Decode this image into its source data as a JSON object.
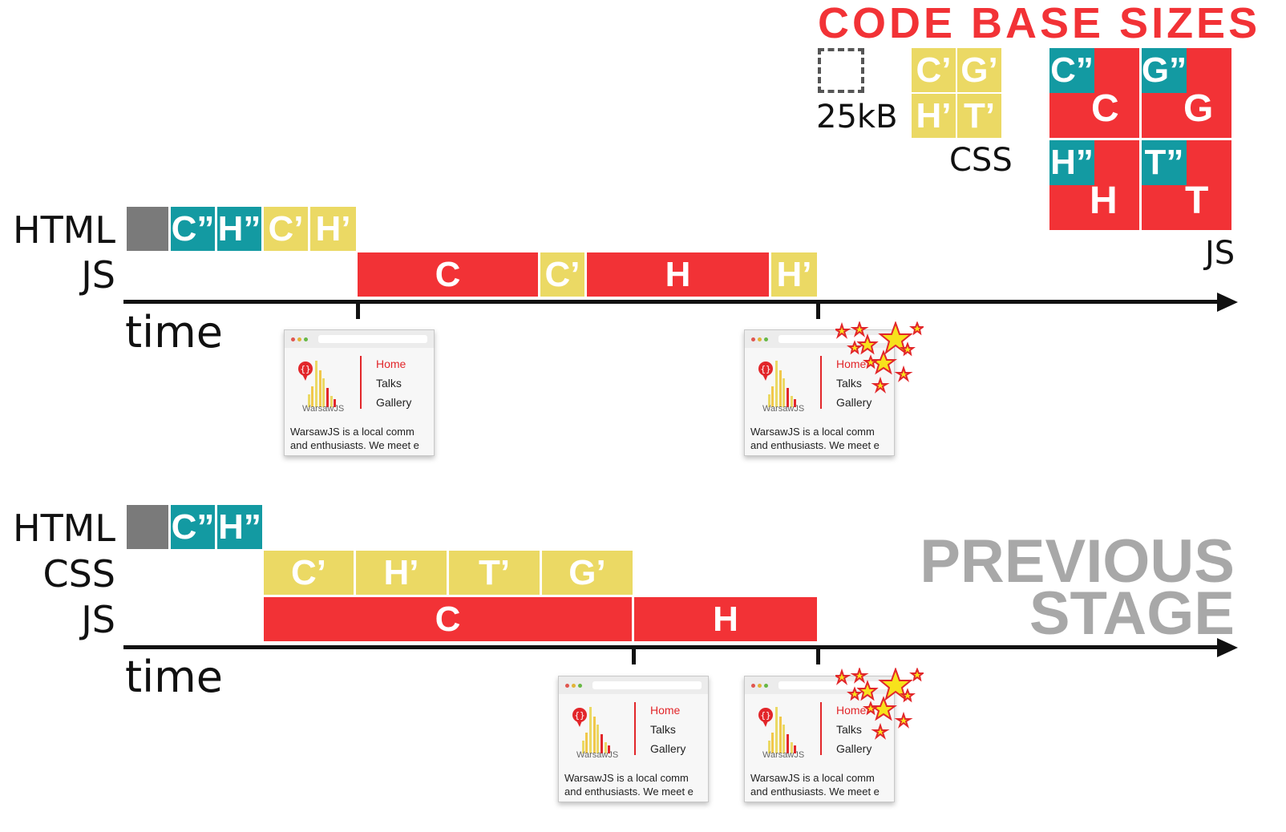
{
  "title": "CODE BASE SIZES",
  "previous_stage": [
    "PREVIOUS",
    "STAGE"
  ],
  "legend": {
    "unit_label": "25kB",
    "css_label": "CSS",
    "js_label": "JS",
    "css_squares": [
      "C’",
      "G’",
      "H’",
      "T’"
    ],
    "js_squares": [
      {
        "small": "C”",
        "big": "C"
      },
      {
        "small": "G”",
        "big": "G"
      },
      {
        "small": "H”",
        "big": "H"
      },
      {
        "small": "T”",
        "big": "T"
      }
    ]
  },
  "top": {
    "rows": {
      "html": "HTML",
      "js": "JS"
    },
    "html_blocks": [
      "",
      "C”",
      "H”",
      "C’",
      "H’"
    ],
    "js_blocks": [
      "C",
      "C’",
      "H",
      "H’"
    ],
    "axis_label": "time"
  },
  "bottom": {
    "rows": {
      "html": "HTML",
      "css": "CSS",
      "js": "JS"
    },
    "html_blocks": [
      "",
      "C”",
      "H”"
    ],
    "css_blocks": [
      "C’",
      "H’",
      "T’",
      "G’"
    ],
    "js_blocks": [
      "C",
      "H"
    ],
    "axis_label": "time"
  },
  "thumbnail": {
    "logo_text": "WarsawJS",
    "nav": [
      "Home",
      "Talks",
      "Gallery"
    ],
    "para": [
      "WarsawJS is a local comm",
      "and enthusiasts. We meet e"
    ]
  },
  "colors": {
    "gray": "#7a7a7a",
    "teal": "#139aa2",
    "yellow": "#ebd964",
    "red": "#f23236",
    "title_red": "#f23236",
    "previous_gray": "#a8a8a8"
  }
}
